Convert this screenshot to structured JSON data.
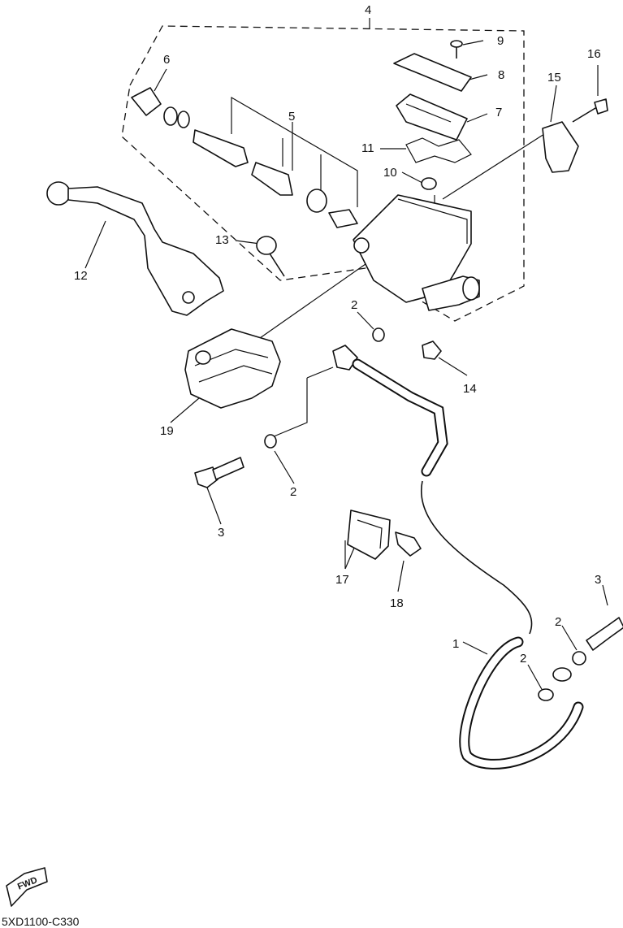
{
  "diagram": {
    "drawing_code": "5XD1100-C330",
    "fwd_label": "FWD",
    "callouts": {
      "c1": "1",
      "c2a": "2",
      "c2b": "2",
      "c2c": "2",
      "c2d": "2",
      "c3a": "3",
      "c3b": "3",
      "c4": "4",
      "c5": "5",
      "c6": "6",
      "c7": "7",
      "c8": "8",
      "c9": "9",
      "c10": "10",
      "c11": "11",
      "c12": "12",
      "c13": "13",
      "c14": "14",
      "c15": "15",
      "c16": "16",
      "c17": "17",
      "c18": "18",
      "c19": "19"
    }
  }
}
